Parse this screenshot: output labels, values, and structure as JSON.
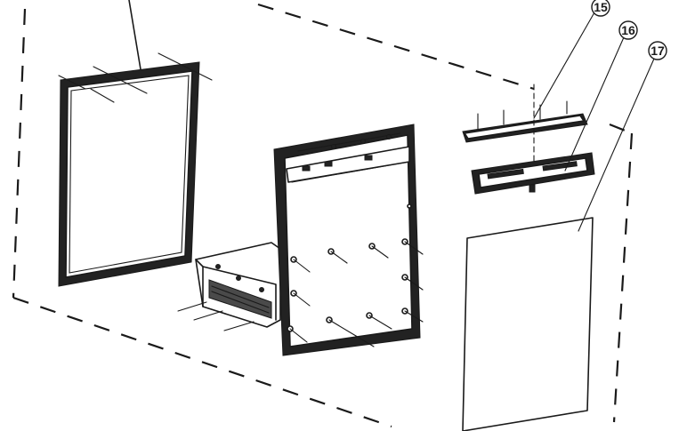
{
  "callouts": [
    {
      "id": "callout-15",
      "label": "15"
    },
    {
      "id": "callout-16",
      "label": "16"
    },
    {
      "id": "callout-17",
      "label": "17"
    }
  ]
}
